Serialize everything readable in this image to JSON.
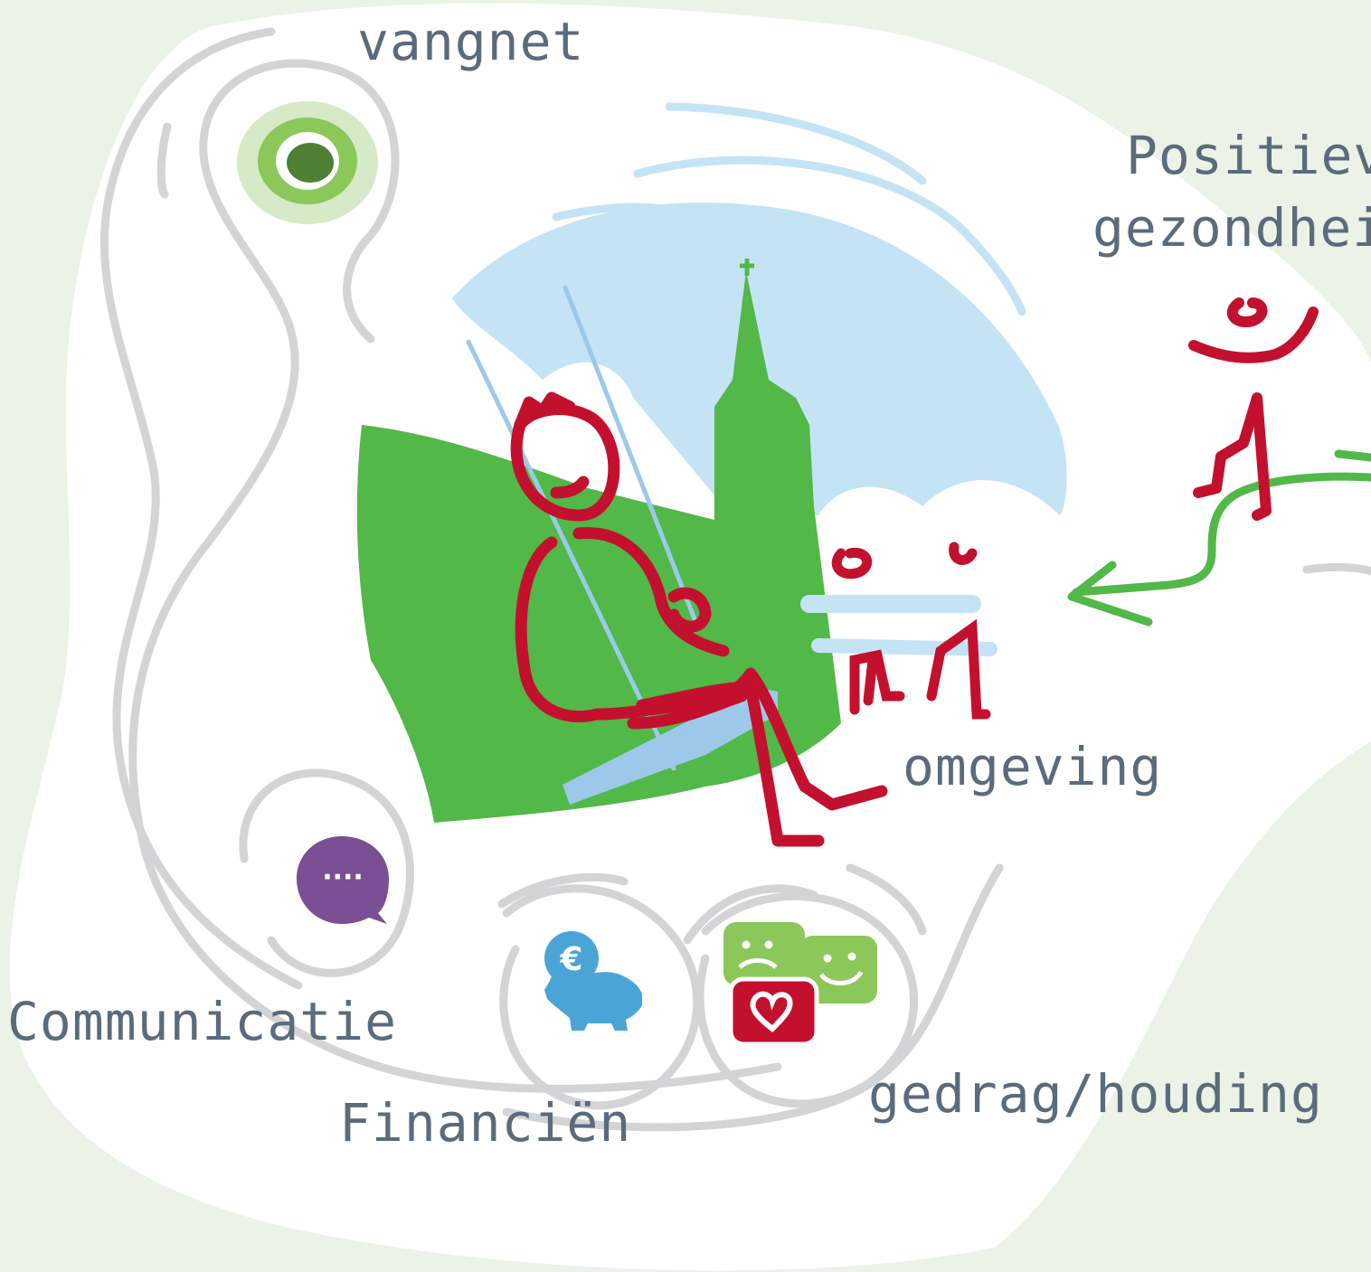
{
  "labels": {
    "vangnet": "vangnet",
    "positieve_1": "Positieve",
    "positieve_2": "gezondheid",
    "omgeving": "omgeving",
    "communicatie": "Communicatie",
    "financien": "Financiën",
    "gedrag": "gedrag/houding"
  },
  "icons": {
    "vangnet": "target-icon",
    "communicatie": "speech-bubble-icon",
    "financien": "piggy-bank-euro-icon",
    "gedrag": "emotion-faces-icon",
    "positieve": "jumping-person-icon",
    "omgeving": "church-swing-scene-icon"
  },
  "symbols": {
    "euro": "€",
    "dots": "····"
  },
  "colors": {
    "background": "#eaf3e6",
    "blob": "#ffffff",
    "outline": "#d3d4d6",
    "green": "#52b848",
    "dark_green": "#4e7f32",
    "light_green": "#8cc75a",
    "red": "#c3102f",
    "sky": "#c4e4f6",
    "swing_blue": "#9cc9ea",
    "purple": "#7a4f93",
    "piggy_blue": "#4aa5d6",
    "text": "#5a6b7c"
  }
}
